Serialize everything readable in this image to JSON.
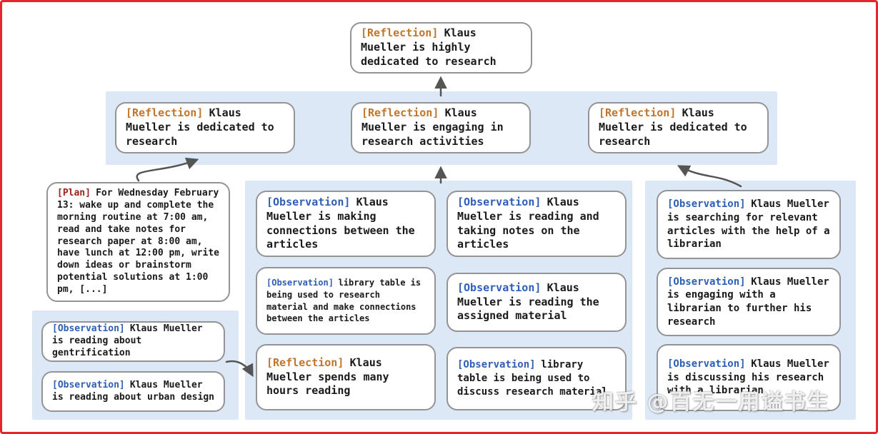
{
  "watermark": "知乎 @百无一用谥书生",
  "colors": {
    "frame_border": "#e5262b",
    "band_background": "#dde8f7",
    "node_border": "#949494",
    "reflection_tag": "#c0762c",
    "plan_tag": "#9b231d",
    "observation_tag": "#2f5fb5",
    "arrow": "#555555"
  },
  "nodes": {
    "root": {
      "tag": "[Reflection]",
      "text": "Klaus Mueller is highly dedicated to research"
    },
    "level2": [
      {
        "tag": "[Reflection]",
        "text": "Klaus Mueller is dedicated to research"
      },
      {
        "tag": "[Reflection]",
        "text": "Klaus Mueller is engaging in research activities"
      },
      {
        "tag": "[Reflection]",
        "text": "Klaus Mueller is dedicated to research"
      }
    ],
    "plan": {
      "tag": "[Plan]",
      "text": "For Wednesday February 13: wake up and complete the morning routine at 7:00 am, read and take notes for research paper at 8:00 am, have lunch at 12:00 pm, write down ideas or brainstorm potential solutions at 1:00 pm, [...]"
    },
    "left_observations": [
      {
        "tag": "[Observation]",
        "text": "Klaus Mueller is reading about gentrification"
      },
      {
        "tag": "[Observation]",
        "text": "Klaus Mueller is reading about urban design"
      }
    ],
    "middle_col1": [
      {
        "tag": "[Observation]",
        "text": "Klaus Mueller is making connections between the articles"
      },
      {
        "tag": "[Observation]",
        "text": "library table is being used to research material and make connections between the articles"
      },
      {
        "tag": "[Reflection]",
        "text": "Klaus Mueller spends many hours reading"
      }
    ],
    "middle_col2": [
      {
        "tag": "[Observation]",
        "text": "Klaus Mueller is reading and taking notes on the articles"
      },
      {
        "tag": "[Observation]",
        "text": "Klaus Mueller is reading the assigned material"
      },
      {
        "tag": "[Observation]",
        "text": "library table is being used to discuss research material"
      }
    ],
    "right_col": [
      {
        "tag": "[Observation]",
        "text": "Klaus Mueller is searching for relevant articles with the help of a librarian"
      },
      {
        "tag": "[Observation]",
        "text": "Klaus Mueller is engaging with a librarian to further his research"
      },
      {
        "tag": "[Observation]",
        "text": "Klaus Mueller is discussing his research with a librarian"
      }
    ]
  }
}
